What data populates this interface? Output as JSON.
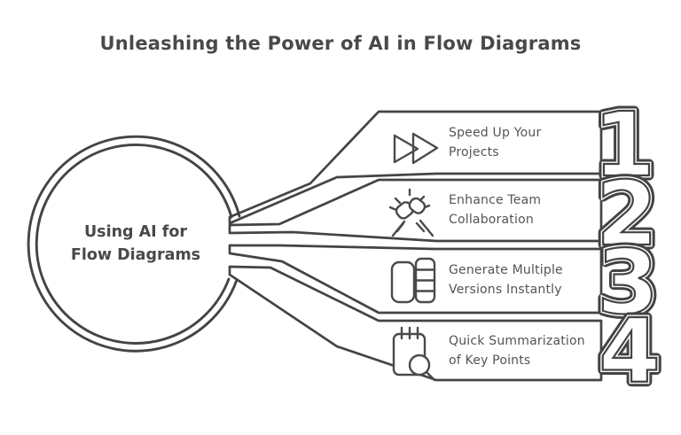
{
  "title": "Unleashing the Power of AI in Flow Diagrams",
  "center": {
    "label": "Using AI for\nFlow Diagrams"
  },
  "steps": [
    {
      "number": "1",
      "label": "Speed Up Your\nProjects",
      "icon": "fast-forward-icon"
    },
    {
      "number": "2",
      "label": "Enhance Team\nCollaboration",
      "icon": "fist-bump-icon"
    },
    {
      "number": "3",
      "label": "Generate Multiple\nVersions Instantly",
      "icon": "layout-versions-icon"
    },
    {
      "number": "4",
      "label": "Quick Summarization\nof Key Points",
      "icon": "notepad-search-icon"
    }
  ],
  "colors": {
    "stroke": "#444444",
    "text": "#545454",
    "heading": "#494949",
    "background": "#ffffff"
  }
}
